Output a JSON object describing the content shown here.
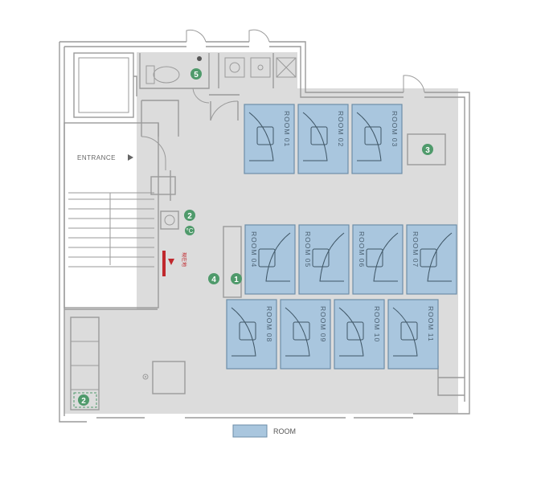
{
  "entrance_label": "ENTRANCE",
  "rooms_row1": [
    {
      "label": "ROOM 01"
    },
    {
      "label": "ROOM 02"
    },
    {
      "label": "ROOM 03"
    }
  ],
  "rooms_row2": [
    {
      "label": "ROOM 04"
    },
    {
      "label": "ROOM 05"
    },
    {
      "label": "ROOM 06"
    },
    {
      "label": "ROOM 07"
    }
  ],
  "rooms_row3": [
    {
      "label": "ROOM 08"
    },
    {
      "label": "ROOM 09"
    },
    {
      "label": "ROOM 10"
    },
    {
      "label": "ROOM 11"
    }
  ],
  "markers": {
    "m1": "1",
    "m2a": "2",
    "m2b": "2",
    "m3": "3",
    "m4": "4",
    "m5": "5"
  },
  "red_note": "現在地",
  "legend": {
    "label": "ROOM",
    "color": "#a9c6de"
  },
  "colors": {
    "room": "#a9c6de",
    "marker": "#4f9a6b",
    "floor": "#dcdcdc",
    "you_are_here": "#c0282d"
  }
}
